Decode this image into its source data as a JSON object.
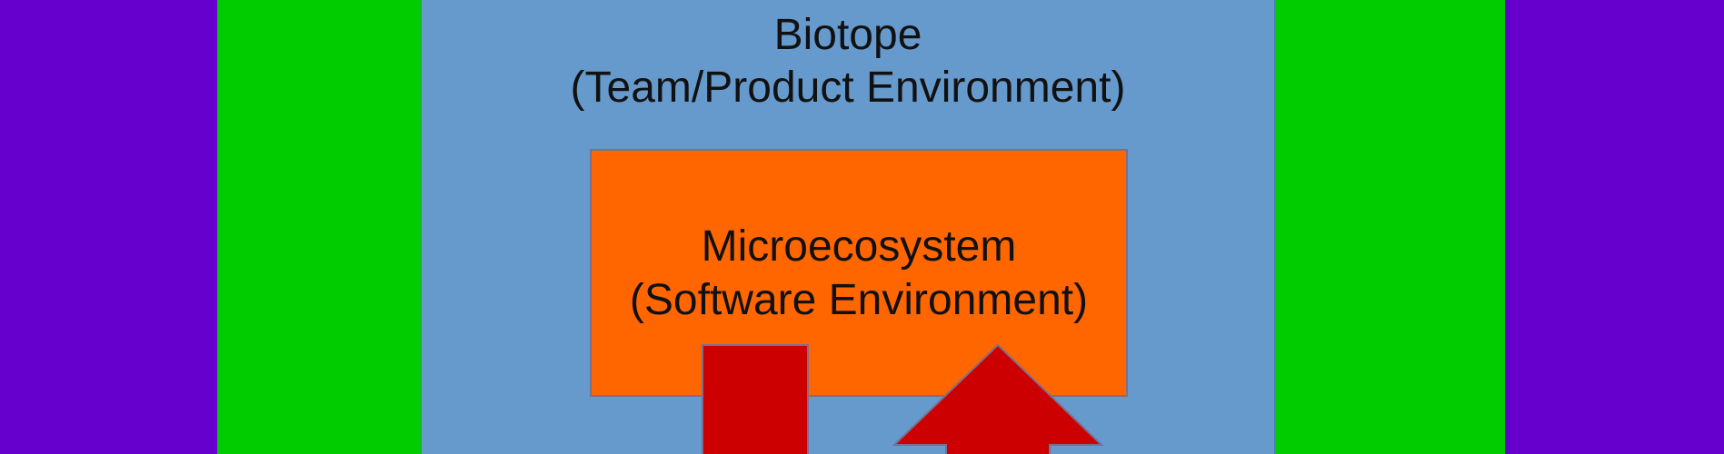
{
  "colors": {
    "outer": "#6600cc",
    "middle": "#00cc00",
    "biotope": "#6699cc",
    "microecosystem": "#ff6600",
    "arrows": "#cc0000"
  },
  "biotope": {
    "title": "Biotope",
    "subtitle": "(Team/Product Environment)"
  },
  "microecosystem": {
    "title": "Microecosystem",
    "subtitle": "(Software Environment)"
  }
}
